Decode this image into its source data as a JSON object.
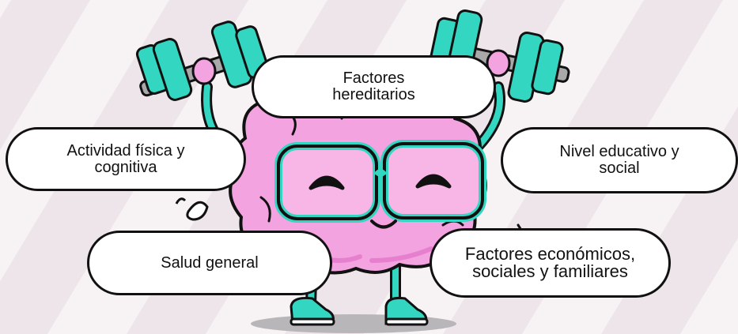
{
  "factors": {
    "top": {
      "line1": "Factores",
      "line2": "hereditarios"
    },
    "left": {
      "line1": "Actividad física y",
      "line2": "cognitiva"
    },
    "right": {
      "line1": "Nivel educativo y",
      "line2": "social"
    },
    "bottom_left": {
      "line1": "Salud general"
    },
    "bottom_right": {
      "line1": "Factores económicos,",
      "line2": "sociales y familiares"
    }
  },
  "colors": {
    "background": "#f7f3f5",
    "stripe": "#ece4e8",
    "brain_pink": "#f3a3e0",
    "brain_dark_pink": "#e77fcf",
    "teal": "#33d6c0",
    "outline": "#111111",
    "dumbbell_grey": "#a9a9a9",
    "bubble_fill": "#ffffff"
  },
  "icons": [
    "brain-character-icon",
    "dumbbell-icon",
    "glasses-icon",
    "sneaker-icon"
  ]
}
